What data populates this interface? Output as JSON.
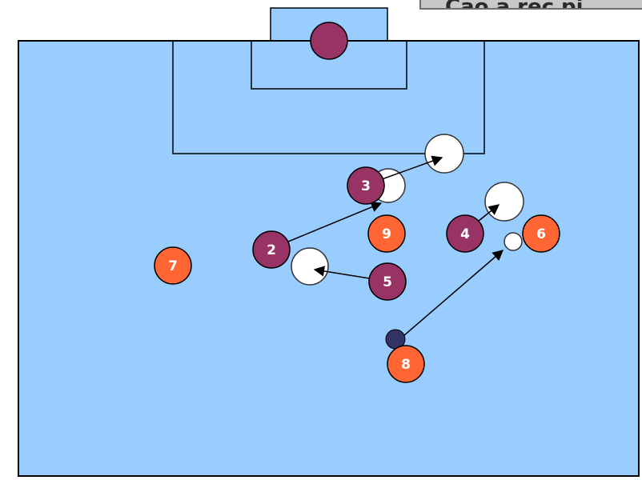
{
  "colors": {
    "pitch": "#99ccff",
    "line": "#000000",
    "team_a": "#993366",
    "team_b": "#ff6633",
    "marker": "#ffffff",
    "ball": "#333366",
    "label_bg": "#c8c8c8"
  },
  "corner_label": "Cao a rec pi",
  "team_a": [
    {
      "id": "keeper",
      "number": ""
    },
    {
      "id": "p2",
      "number": "2"
    },
    {
      "id": "p3",
      "number": "3"
    },
    {
      "id": "p4",
      "number": "4"
    },
    {
      "id": "p5",
      "number": "5"
    }
  ],
  "team_b": [
    {
      "id": "p6",
      "number": "6"
    },
    {
      "id": "p7",
      "number": "7"
    },
    {
      "id": "p8",
      "number": "8"
    },
    {
      "id": "p9",
      "number": "9"
    }
  ]
}
